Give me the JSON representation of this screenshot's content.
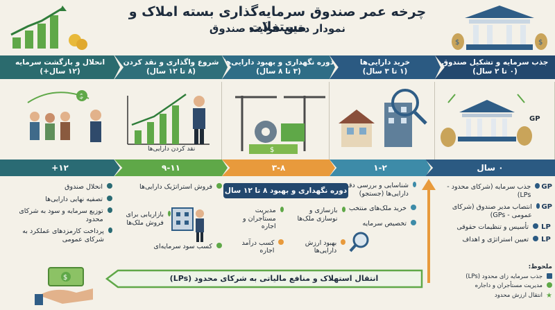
{
  "title": "چرخه عمر صندوق سرمایه‌گذاری بسته املاک و مستغلات",
  "subtitle": "نمودار دقیق فرآیند صندوق",
  "phases": [
    {
      "title": "جذب سرمایه و تشکیل صندوق",
      "range": "(۰ تا ۲ سال)",
      "color": "#23486e"
    },
    {
      "title": "خرید دارایی‌ها",
      "range": "(۱ تا ۳ سال)",
      "color": "#2b5a82"
    },
    {
      "title": "دوره نگهداری و بهبود دارایی‌ها",
      "range": "(۳ تا ۸ سال)",
      "color": "#2f6d86"
    },
    {
      "title": "شروع واگذاری و نقد کردن",
      "range": "(۸ تا ۱۲ سال)",
      "color": "#2f6f7a"
    },
    {
      "title": "انحلال و بازگشت سرمایه",
      "range": "(۱۲ سال+)",
      "color": "#2b6b6e"
    }
  ],
  "timeline": [
    {
      "label": "۰ سال",
      "color": "#2b5a82"
    },
    {
      "label": "۱-۲",
      "color": "#3d8ba8"
    },
    {
      "label": "۳-۸",
      "color": "#e89a3c"
    },
    {
      "label": "۹-۱۱",
      "color": "#5fa848"
    },
    {
      "label": "۱۲+",
      "color": "#2a6b74"
    }
  ],
  "gp_label": "GP",
  "lp_label": "LP",
  "panel_text": {
    "exit_caption": "نقد کردن دارایی‌ها"
  },
  "col1": [
    {
      "tag": "GP",
      "text": "جذب سرمایه (شرکای محدود - LPs)"
    },
    {
      "tag": "GP",
      "text": "انتصاب مدیر صندوق (شرکای عمومی - GPs)"
    },
    {
      "tag": "LP",
      "text": "تأسیس و تنظیمات حقوقی"
    },
    {
      "tag": "LP",
      "text": "تعیین استراتژی و اهداف"
    }
  ],
  "col2": [
    {
      "text": "شناسایی و بررسی دقیق دارایی‌ها (جستجو)"
    },
    {
      "text": "خرید ملک‌های منتخب"
    },
    {
      "text": "تخصیص سرمایه"
    }
  ],
  "col3": {
    "header": "دوره نگهداری و بهبود ۸ تا ۱۲ سال",
    "items": [
      "بازسازی و نوسازی ملک‌ها",
      "مدیریت مستأجران و اجاره",
      "بهبود ارزش دارایی‌ها",
      "کسب درآمد اجاره"
    ]
  },
  "col4": {
    "items": [
      "فروش استراتژیک دارایی‌ها",
      "بازاریابی برای فروش ملک‌ها",
      "کسب سود سرمایه‌ای"
    ]
  },
  "col5": {
    "items": [
      "انحلال صندوق",
      "تصفیه نهایی دارایی‌ها",
      "توزیع سرمایه و سود به شرکای محدود",
      "پرداخت کارمزدهای عملکرد به شرکای عمومی"
    ]
  },
  "bottom_banner": "انتقال استهلاک و منافع مالیاتی به شرکای محدود (LPs)",
  "legend": {
    "title": "ملحوظ:",
    "items": [
      {
        "text": "جذب سرمایه زای محدود (LPs)",
        "color": "#2b5a82"
      },
      {
        "text": "مدیریت مستأجران و داجاره",
        "color": "#5fa848"
      },
      {
        "text": "انتقال ارزش محدود",
        "color": "#5fa848"
      }
    ]
  },
  "colors": {
    "green": "#5fa848",
    "orange": "#e89a3c",
    "navy": "#23486e",
    "teal": "#3d8ba8"
  }
}
